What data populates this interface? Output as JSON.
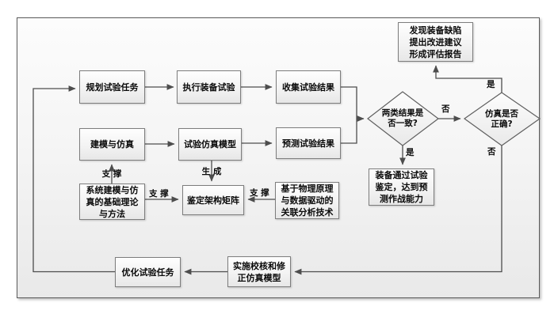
{
  "diagram": {
    "title": "equipment-test-simulation-flowchart",
    "colors": {
      "line": "#4d4d4d",
      "box_border": "#7d7d7d",
      "outer_border": "#5a5a5a",
      "box_fill_top": "#fefefe",
      "box_fill_bottom": "#e7e7e7"
    },
    "boxes": {
      "plan": {
        "label": "规划试验任务"
      },
      "execute": {
        "label": "执行装备试验"
      },
      "collect": {
        "label": "收集试验结果"
      },
      "modeling": {
        "label": "建模与仿真"
      },
      "sim_model": {
        "label": "试验仿真模型"
      },
      "predict": {
        "label": "预测试验结果"
      },
      "report": {
        "lines": [
          "发现装备缺陷",
          "提出改进建议",
          "形成评估报告"
        ]
      },
      "pass": {
        "lines": [
          "装备通过试验",
          "鉴定，达到预",
          "测作战能力"
        ]
      },
      "theory": {
        "lines": [
          "系统建模与仿",
          "真的基础理论",
          "与方法"
        ]
      },
      "matrix": {
        "label": "鉴定架构矩阵"
      },
      "physics": {
        "lines": [
          "基于物理原理",
          "与数据驱动的",
          "关联分析技术"
        ]
      },
      "optimize": {
        "label": "优化试验任务"
      },
      "verify": {
        "lines": [
          "实施校核和修",
          "正仿真模型"
        ]
      }
    },
    "decisions": {
      "consistent": {
        "lines": [
          "两类结果是",
          "否一致?"
        ]
      },
      "correct": {
        "lines": [
          "仿真是否",
          "正确?"
        ]
      }
    },
    "labels": {
      "support_up": "支 撑",
      "support_right": "支 撑",
      "support_left": "支 撑",
      "generate": "生 成",
      "yes_to_pass": "是",
      "yes_to_report": "是",
      "no_between": "否",
      "no_down": "否"
    }
  }
}
